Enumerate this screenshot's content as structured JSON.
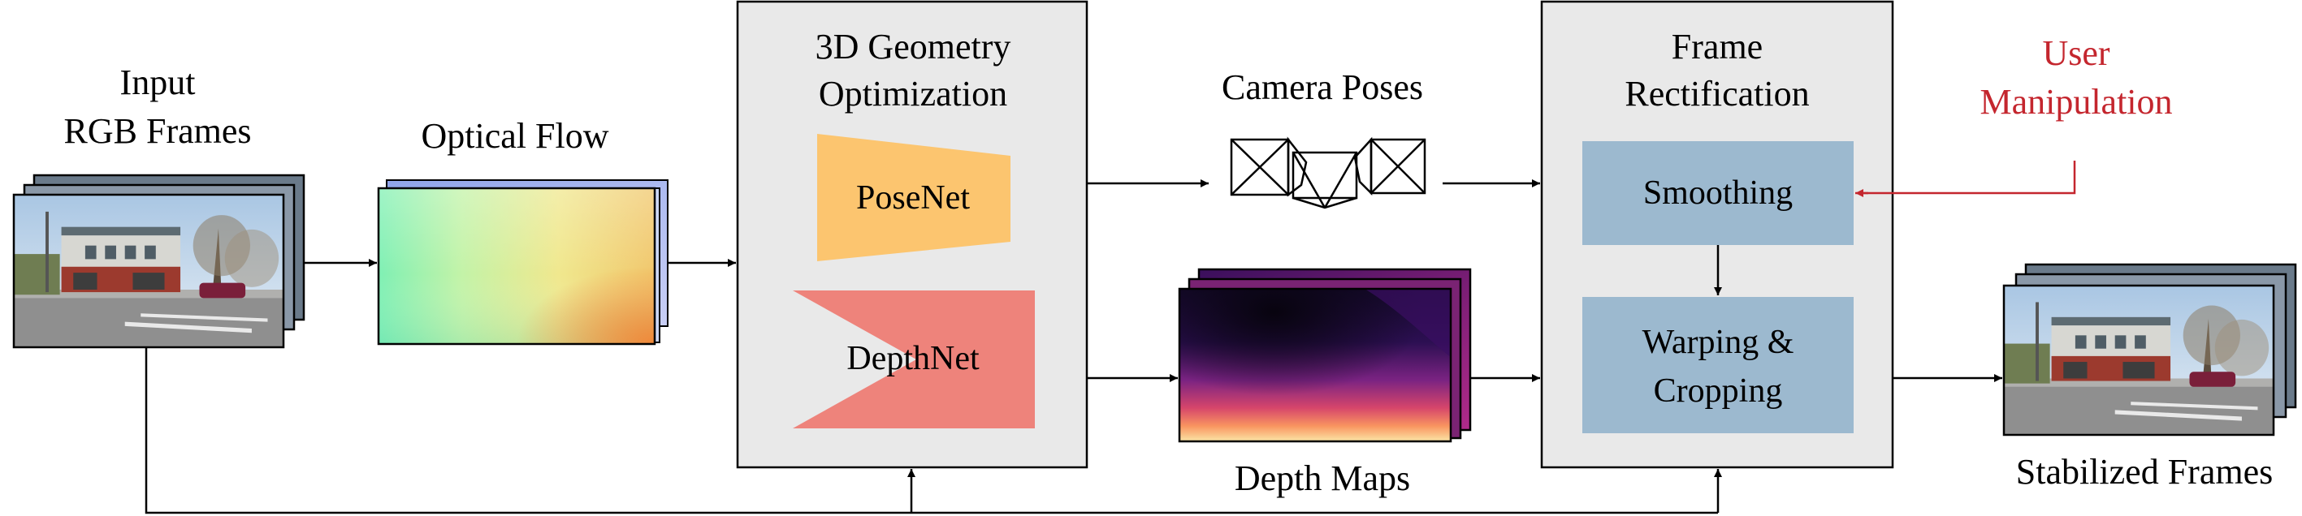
{
  "diagram": {
    "input": {
      "label_line1": "Input",
      "label_line2": "RGB Frames"
    },
    "optical_flow": {
      "label": "Optical Flow"
    },
    "geometry": {
      "title_line1": "3D Geometry",
      "title_line2": "Optimization",
      "posenet": "PoseNet",
      "depthnet": "DepthNet"
    },
    "camera_poses": {
      "label": "Camera Poses"
    },
    "depth_maps": {
      "label": "Depth Maps"
    },
    "rectification": {
      "title_line1": "Frame",
      "title_line2": "Rectification",
      "smoothing": "Smoothing",
      "warping_line1": "Warping &",
      "warping_line2": "Cropping"
    },
    "user": {
      "line1": "User",
      "line2": "Manipulation"
    },
    "output": {
      "label": "Stabilized Frames"
    },
    "colors": {
      "module_bg": "#e9e9e9",
      "posenet": "#fcc56f",
      "depthnet": "#ee837b",
      "rect_block": "#9cb9cf",
      "user": "#c4262e"
    }
  }
}
